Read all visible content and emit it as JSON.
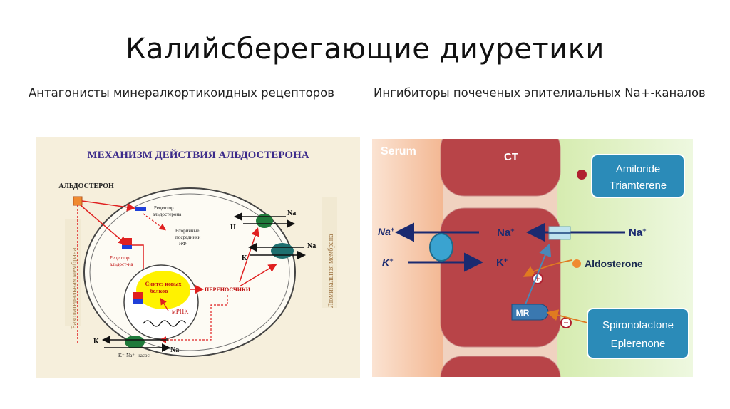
{
  "title": "Калийсберегающие диуретики",
  "left_heading": "Антагонисты минералкортикоидных рецепторов",
  "right_heading": "Ингибиторы почеченых эпителиальных Na+-каналов",
  "left_diagram": {
    "title": "МЕХАНИЗМ ДЕЙСТВИЯ АЛЬДОСТЕРОНА",
    "aldosterone": "АЛЬДОСТЕРОН",
    "receptor": "Рецептор альдостерона",
    "secondary_1": "Вторичные",
    "secondary_2": "посредники",
    "secondary_3": "НФ",
    "receptor_complex_1": "Рецептор",
    "receptor_complex_2": "альдост-на",
    "protein_synth_1": "Синтез новых",
    "protein_synth_2": "белков",
    "transporters": "ПЕРЕНОСЧИКИ",
    "mrna": "мРНК",
    "basolateral": "Базолатеральная мембрана",
    "luminal": "Люминальная мембрана",
    "na": "Na",
    "k": "K",
    "h": "H",
    "pump": "K⁺-Na⁺- насос",
    "colors": {
      "background": "#f6efdc",
      "receptor": "#1f3fd8",
      "nucleus_fill": "#fff200",
      "arrow": "#e02020",
      "channel": "#1f7a3a"
    }
  },
  "right_diagram": {
    "serum": "Serum",
    "ct": "CT",
    "na_out": "Na",
    "na_mid": "Na",
    "na_in": "Na",
    "k_out": "K",
    "k_mid": "K",
    "plus_sup": "+",
    "amiloride": "Amiloride",
    "triamterene": "Triamterene",
    "aldosterone": "Aldosterone",
    "mr": "MR",
    "spironolactone": "Spironolactone",
    "eplerenone": "Eplerenone",
    "plus_sign": "+",
    "minus_sign": "−",
    "colors": {
      "cell": "#b84448",
      "serum": "#f7c7a6",
      "lumen": "#e8f4d2",
      "box": "#2b8bb8",
      "arrow_navy": "#1a2a70",
      "arrow_orange": "#e07a20"
    }
  }
}
